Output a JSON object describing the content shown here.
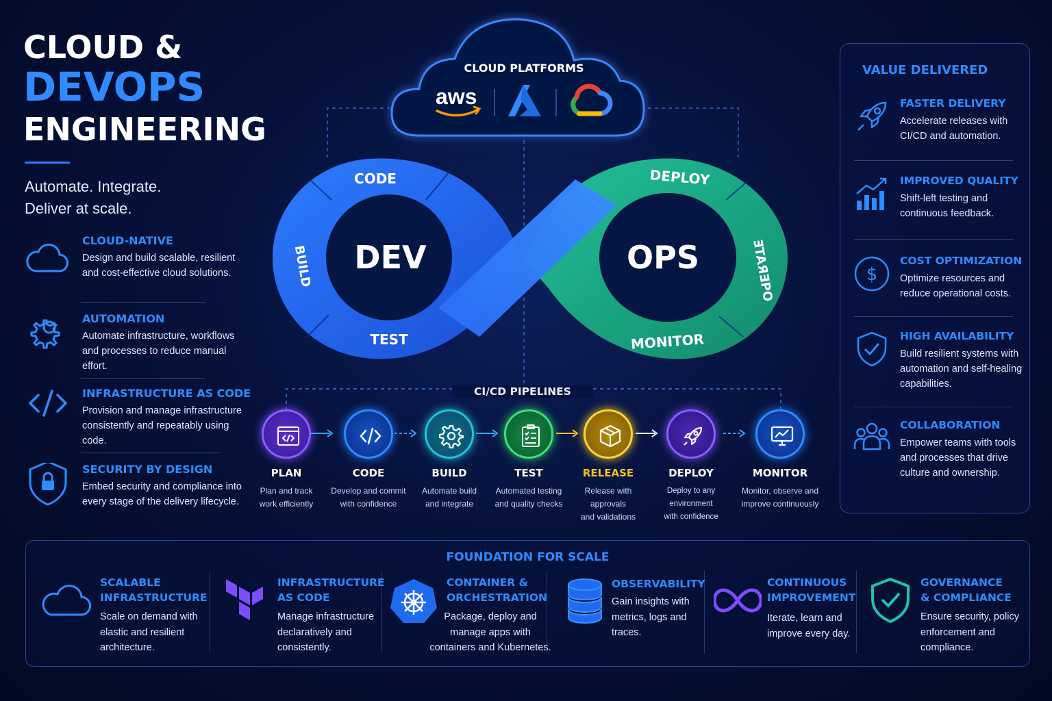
{
  "header": {
    "title_line1": "CLOUD &",
    "title_line2": "DEVOPS",
    "title_line3": "ENGINEERING",
    "tagline_line1": "Automate. Integrate.",
    "tagline_line2": "Deliver at scale."
  },
  "left_features": [
    {
      "icon": "cloud-icon",
      "title": "CLOUD-NATIVE",
      "desc": "Design and build scalable, resilient and cost-effective cloud solutions."
    },
    {
      "icon": "gear-icon",
      "title": "AUTOMATION",
      "desc": "Automate infrastructure, workflows and processes to reduce manual effort."
    },
    {
      "icon": "code-icon",
      "title": "INFRASTRUCTURE AS CODE",
      "desc": "Provision and manage infrastructure consistently and repeatably using code."
    },
    {
      "icon": "shield-lock-icon",
      "title": "SECURITY BY DESIGN",
      "desc": "Embed security and compliance into every stage of the delivery lifecycle."
    }
  ],
  "cloud": {
    "title": "CLOUD PLATFORMS",
    "providers": [
      "aws",
      "azure",
      "google-cloud"
    ],
    "aws_text": "aws"
  },
  "infinity": {
    "left_center": "DEV",
    "right_center": "OPS",
    "segments": [
      "CODE",
      "BUILD",
      "TEST",
      "DEPLOY",
      "OPERATE",
      "MONITOR"
    ],
    "operate_shown_as": "ƎTAЯƎPO",
    "left_color": "#1f6bf0",
    "right_color": "#1fb58a"
  },
  "pipeline": {
    "title": "CI/CD PIPELINES",
    "stages": [
      {
        "name": "PLAN",
        "desc1": "Plan and track",
        "desc2": "work efficiently",
        "color": "#7b4dff",
        "icon": "browser-code-icon"
      },
      {
        "name": "CODE",
        "desc1": "Develop and commit",
        "desc2": "with confidence",
        "color": "#1f7bff",
        "icon": "code-icon"
      },
      {
        "name": "BUILD",
        "desc1": "Automate build",
        "desc2": "and integrate",
        "color": "#18b4c8",
        "icon": "gear-icon"
      },
      {
        "name": "TEST",
        "desc1": "Automated testing",
        "desc2": "and quality checks",
        "color": "#2fcf6a",
        "icon": "checklist-icon"
      },
      {
        "name": "RELEASE",
        "desc1": "Release with approvals",
        "desc2": "and validations",
        "color": "#f0c419",
        "icon": "package-icon"
      },
      {
        "name": "DEPLOY",
        "desc1": "Deploy to any environment",
        "desc2": "with confidence",
        "color": "#7b4dff",
        "icon": "rocket-icon"
      },
      {
        "name": "MONITOR",
        "desc1": "Monitor, observe and",
        "desc2": "improve continuously",
        "color": "#1f7bff",
        "icon": "monitor-chart-icon"
      }
    ]
  },
  "value": {
    "title": "VALUE DELIVERED",
    "items": [
      {
        "icon": "rocket-icon",
        "title": "FASTER DELIVERY",
        "desc": "Accelerate releases with CI/CD and automation."
      },
      {
        "icon": "bar-chart-icon",
        "title": "IMPROVED QUALITY",
        "desc": "Shift-left testing and continuous feedback."
      },
      {
        "icon": "dollar-icon",
        "title": "COST OPTIMIZATION",
        "desc": "Optimize resources and reduce operational costs."
      },
      {
        "icon": "shield-check-icon",
        "title": "HIGH AVAILABILITY",
        "desc": "Build resilient systems with automation and self-healing capabilities."
      },
      {
        "icon": "team-icon",
        "title": "COLLABORATION",
        "desc": "Empower teams with tools and processes that drive culture and ownership."
      }
    ]
  },
  "foundation": {
    "title": "FOUNDATION FOR SCALE",
    "items": [
      {
        "icon": "cloud-icon",
        "title1": "SCALABLE",
        "title2": "INFRASTRUCTURE",
        "desc": "Scale on demand with elastic and resilient architecture."
      },
      {
        "icon": "terraform-icon",
        "title1": "INFRASTRUCTURE",
        "title2": "AS CODE",
        "desc": "Manage infrastructure declaratively and consistently."
      },
      {
        "icon": "kubernetes-icon",
        "title1": "CONTAINER &",
        "title2": "ORCHESTRATION",
        "desc": "Package, deploy and manage apps with containers and Kubernetes."
      },
      {
        "icon": "database-icon",
        "title1": "OBSERVABILITY",
        "title2": "",
        "desc": "Gain insights with metrics, logs and traces."
      },
      {
        "icon": "infinity-icon",
        "title1": "CONTINUOUS",
        "title2": "IMPROVEMENT",
        "desc": "Iterate, learn and improve every day."
      },
      {
        "icon": "shield-check-icon",
        "title1": "GOVERNANCE",
        "title2": "& COMPLIANCE",
        "desc": "Ensure security, policy enforcement and compliance."
      }
    ]
  }
}
